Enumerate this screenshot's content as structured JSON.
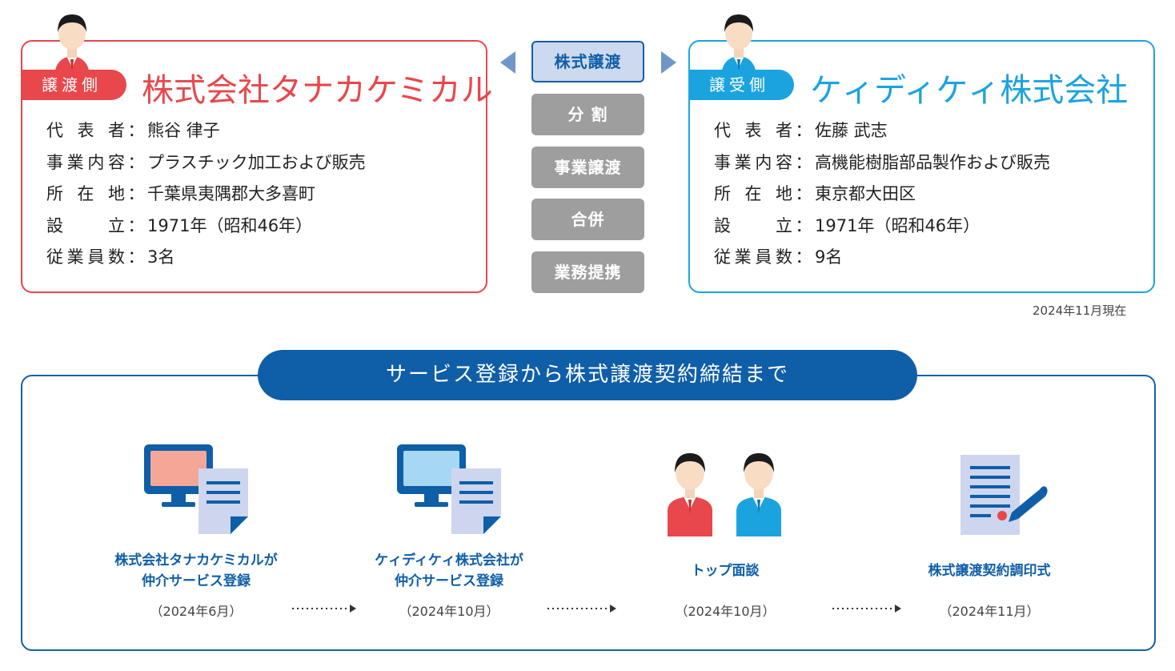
{
  "seller": {
    "badge": "譲渡側",
    "name": "株式会社タナカケミカル",
    "rows": [
      {
        "label": "代表者",
        "value": "熊谷 律子"
      },
      {
        "label": "事業内容",
        "value": "プラスチック加工および販売"
      },
      {
        "label": "所在地",
        "value": "千葉県夷隅郡大多喜町"
      },
      {
        "label": "設立",
        "value": "1971年（昭和46年）"
      },
      {
        "label": "従業員数",
        "value": "3名"
      }
    ]
  },
  "buyer": {
    "badge": "譲受側",
    "name": "ケィディケィ株式会社",
    "rows": [
      {
        "label": "代表者",
        "value": "佐藤 武志"
      },
      {
        "label": "事業内容",
        "value": "高機能樹脂部品製作および販売"
      },
      {
        "label": "所在地",
        "value": "東京都大田区"
      },
      {
        "label": "設立",
        "value": "1971年（昭和46年）"
      },
      {
        "label": "従業員数",
        "value": "9名"
      }
    ]
  },
  "colon": "：",
  "schemes": [
    {
      "label": "株式譲渡",
      "active": true
    },
    {
      "label": "分 割",
      "active": false
    },
    {
      "label": "事業譲渡",
      "active": false
    },
    {
      "label": "合併",
      "active": false
    },
    {
      "label": "業務提携",
      "active": false
    }
  ],
  "as_of": "2024年11月現在",
  "flow": {
    "title": "サービス登録から株式譲渡契約締結まで",
    "steps": [
      {
        "line1": "株式会社タナカケミカルが",
        "line2": "仲介サービス登録",
        "date": "（2024年6月）"
      },
      {
        "line1": "ケィディケィ株式会社が",
        "line2": "仲介サービス登録",
        "date": "（2024年10月）"
      },
      {
        "line1": "トップ面談",
        "line2": "",
        "date": "（2024年10月）"
      },
      {
        "line1": "株式譲渡契約調印式",
        "line2": "",
        "date": "（2024年11月）"
      }
    ]
  },
  "colors": {
    "seller": "#e8474c",
    "buyer": "#1ba3e0",
    "primary": "#0f5ea8",
    "inactive": "#9e9e9e"
  },
  "icons": [
    "person-red-suit-icon",
    "person-blue-suit-icon",
    "computer-document-icon",
    "contract-pen-icon"
  ]
}
